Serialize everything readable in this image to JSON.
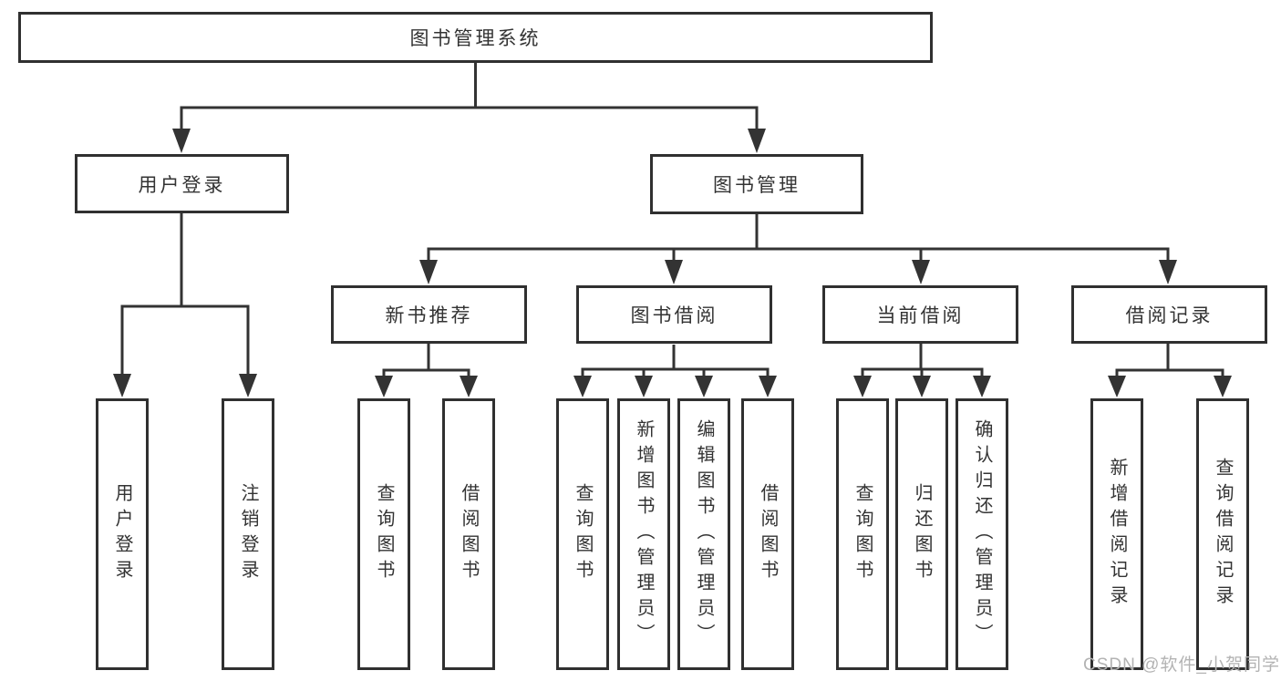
{
  "nodes": {
    "root": "图书管理系统",
    "level2": [
      "用户登录",
      "图书管理"
    ],
    "level3": [
      "新书推荐",
      "图书借阅",
      "当前借阅",
      "借阅记录"
    ],
    "leaves": {
      "user": [
        "用户登录",
        "注销登录"
      ],
      "recommend": [
        "查询图书",
        "借阅图书"
      ],
      "borrow": [
        "查询图书",
        "新增图书（管理员）",
        "编辑图书（管理员）",
        "借阅图书"
      ],
      "current": [
        "查询图书",
        "归还图书",
        "确认归还（管理员）"
      ],
      "records": [
        "新增借阅记录",
        "查询借阅记录"
      ]
    }
  },
  "watermark": "CSDN @软件_小贺同学",
  "colors": {
    "line": "#333333",
    "box_border": "#303030",
    "text": "#333333",
    "watermark": "#b3b3b3",
    "background": "#ffffff"
  }
}
